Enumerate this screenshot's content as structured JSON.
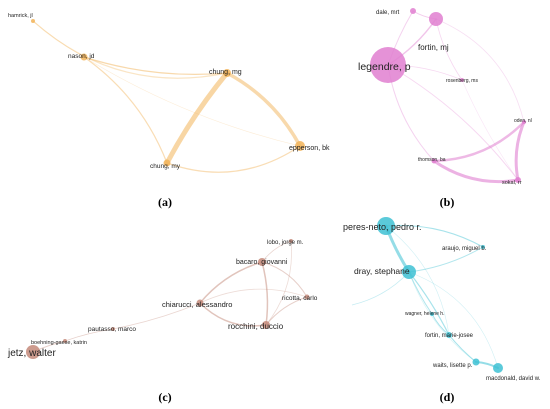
{
  "colors": {
    "a": "#f2b45a",
    "b": "#e07fd0",
    "c": "#c48a7a",
    "d": "#3ec1d3"
  },
  "panels": [
    {
      "id": "a",
      "caption": "(a)",
      "nodes": [
        {
          "label": "hamrick, jl"
        },
        {
          "label": "nason, jd"
        },
        {
          "label": "chung, mg"
        },
        {
          "label": "chung, my"
        },
        {
          "label": "epperson, bk"
        }
      ]
    },
    {
      "id": "b",
      "caption": "(b)",
      "nodes": [
        {
          "label": "dale, mrt"
        },
        {
          "label": "fortin, mj"
        },
        {
          "label": "legendre, p"
        },
        {
          "label": "rosenberg, ms"
        },
        {
          "label": "oden, nl"
        },
        {
          "label": "thomson, ba"
        },
        {
          "label": "sokal, rr"
        }
      ]
    },
    {
      "id": "c",
      "caption": "(c)",
      "nodes": [
        {
          "label": "lobo, jorge m."
        },
        {
          "label": "bacaro, giovanni"
        },
        {
          "label": "ricotta, carlo"
        },
        {
          "label": "chiarucci, alessandro"
        },
        {
          "label": "pautasso, marco"
        },
        {
          "label": "rocchini, duccio"
        },
        {
          "label": "boehning-gaese, katrin"
        },
        {
          "label": "jetz, walter"
        }
      ]
    },
    {
      "id": "d",
      "caption": "(d)",
      "nodes": [
        {
          "label": "peres-neto, pedro r."
        },
        {
          "label": "araujo, miguel b."
        },
        {
          "label": "dray, stephane"
        },
        {
          "label": "wagner, helene h."
        },
        {
          "label": "fortin, marie-josee"
        },
        {
          "label": "waits, lisette p."
        },
        {
          "label": "macdonald, david w."
        }
      ]
    }
  ]
}
